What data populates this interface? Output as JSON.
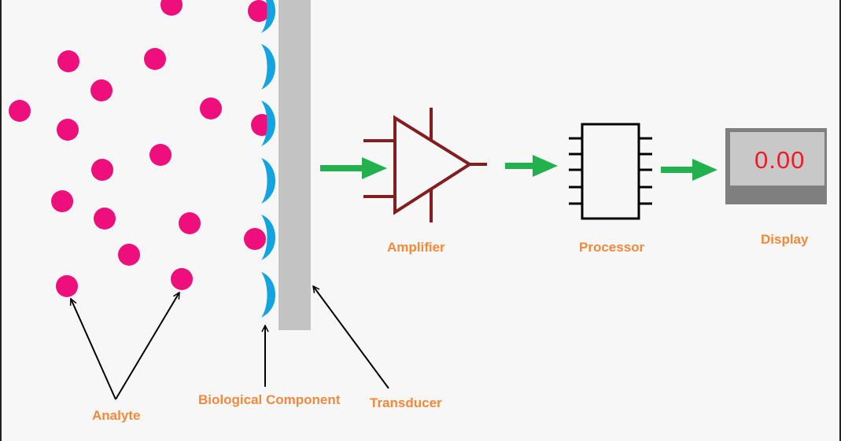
{
  "labels": {
    "analyte": "Analyte",
    "biological_component": "Biological Component",
    "transducer": "Transducer",
    "amplifier": "Amplifier",
    "processor": "Processor",
    "display": "Display"
  },
  "display_reading": "0.00",
  "colors": {
    "analyte": "#ee0f7c",
    "bioreceptor": "#12a4e1",
    "transducer": "#c3c3c3",
    "amplifier": "#831d1f",
    "processor": "#000000",
    "flow_arrow": "#22b14c",
    "label_text": "#f5883a",
    "display_text": "#ee1c24",
    "display_screen": "#c8c8c8",
    "display_body": "#7f7f7f"
  },
  "icons": {
    "flow_arrow": "right-arrow-icon",
    "amplifier": "op-amp-triangle-icon",
    "processor": "ic-chip-icon",
    "display": "lcd-display-icon",
    "pointer": "thin-arrow-icon"
  }
}
